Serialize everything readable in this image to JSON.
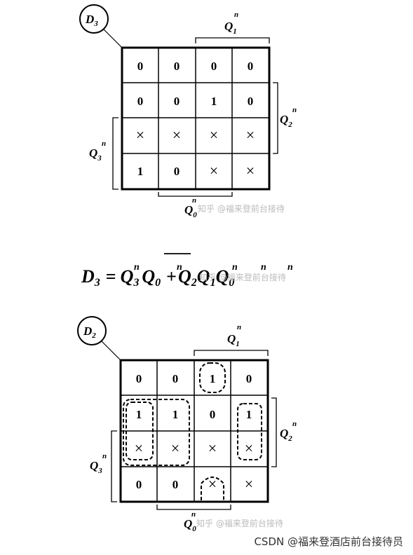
{
  "map1": {
    "circle_label": "D",
    "circle_sub": "3",
    "q1_label": "Q",
    "q1_sup": "n",
    "q1_sub": "1",
    "q2_label": "Q",
    "q2_sup": "n",
    "q2_sub": "2",
    "q3_label": "Q",
    "q3_sup": "n",
    "q3_sub": "3",
    "q0_label": "Q",
    "q0_sup": "n",
    "q0_sub": "0",
    "cells": [
      [
        "0",
        "0",
        "0",
        "0"
      ],
      [
        "0",
        "0",
        "1",
        "0"
      ],
      [
        "×",
        "×",
        "×",
        "×"
      ],
      [
        "1",
        "0",
        "×",
        "×"
      ]
    ]
  },
  "equation": {
    "lhs": "D",
    "lhs_sub": "3",
    "eq": "=",
    "t1_q3": "Q",
    "t1_q3_sub": "3",
    "t1_q3_sup": "n",
    "t1_q0": "Q",
    "t1_q0_sub": "0",
    "t1_q0_sup": "n",
    "plus": "+",
    "t2_q2": "Q",
    "t2_q2_sub": "2",
    "t2_q2_sup": "n",
    "t2_q1": "Q",
    "t2_q1_sub": "1",
    "t2_q1_sup": "n",
    "t2_q0": "Q",
    "t2_q0_sub": "0",
    "t2_q0_sup": "n"
  },
  "map2": {
    "circle_label": "D",
    "circle_sub": "2",
    "q1_label": "Q",
    "q1_sup": "n",
    "q1_sub": "1",
    "q2_label": "Q",
    "q2_sup": "n",
    "q2_sub": "2",
    "q3_label": "Q",
    "q3_sup": "n",
    "q3_sub": "3",
    "q0_label": "Q",
    "q0_sup": "n",
    "q0_sub": "0",
    "cells": [
      [
        "0",
        "0",
        "1",
        "0"
      ],
      [
        "1",
        "1",
        "0",
        "1"
      ],
      [
        "×",
        "×",
        "×",
        "×"
      ],
      [
        "0",
        "0",
        "×",
        "×"
      ]
    ]
  },
  "watermarks": {
    "map1": "知乎 @福来登前台接待",
    "equation": "知乎 @福来登前台接待",
    "map2": "知乎 @福来登前台接待"
  },
  "footer": "CSDN @福来登酒店前台接待员"
}
